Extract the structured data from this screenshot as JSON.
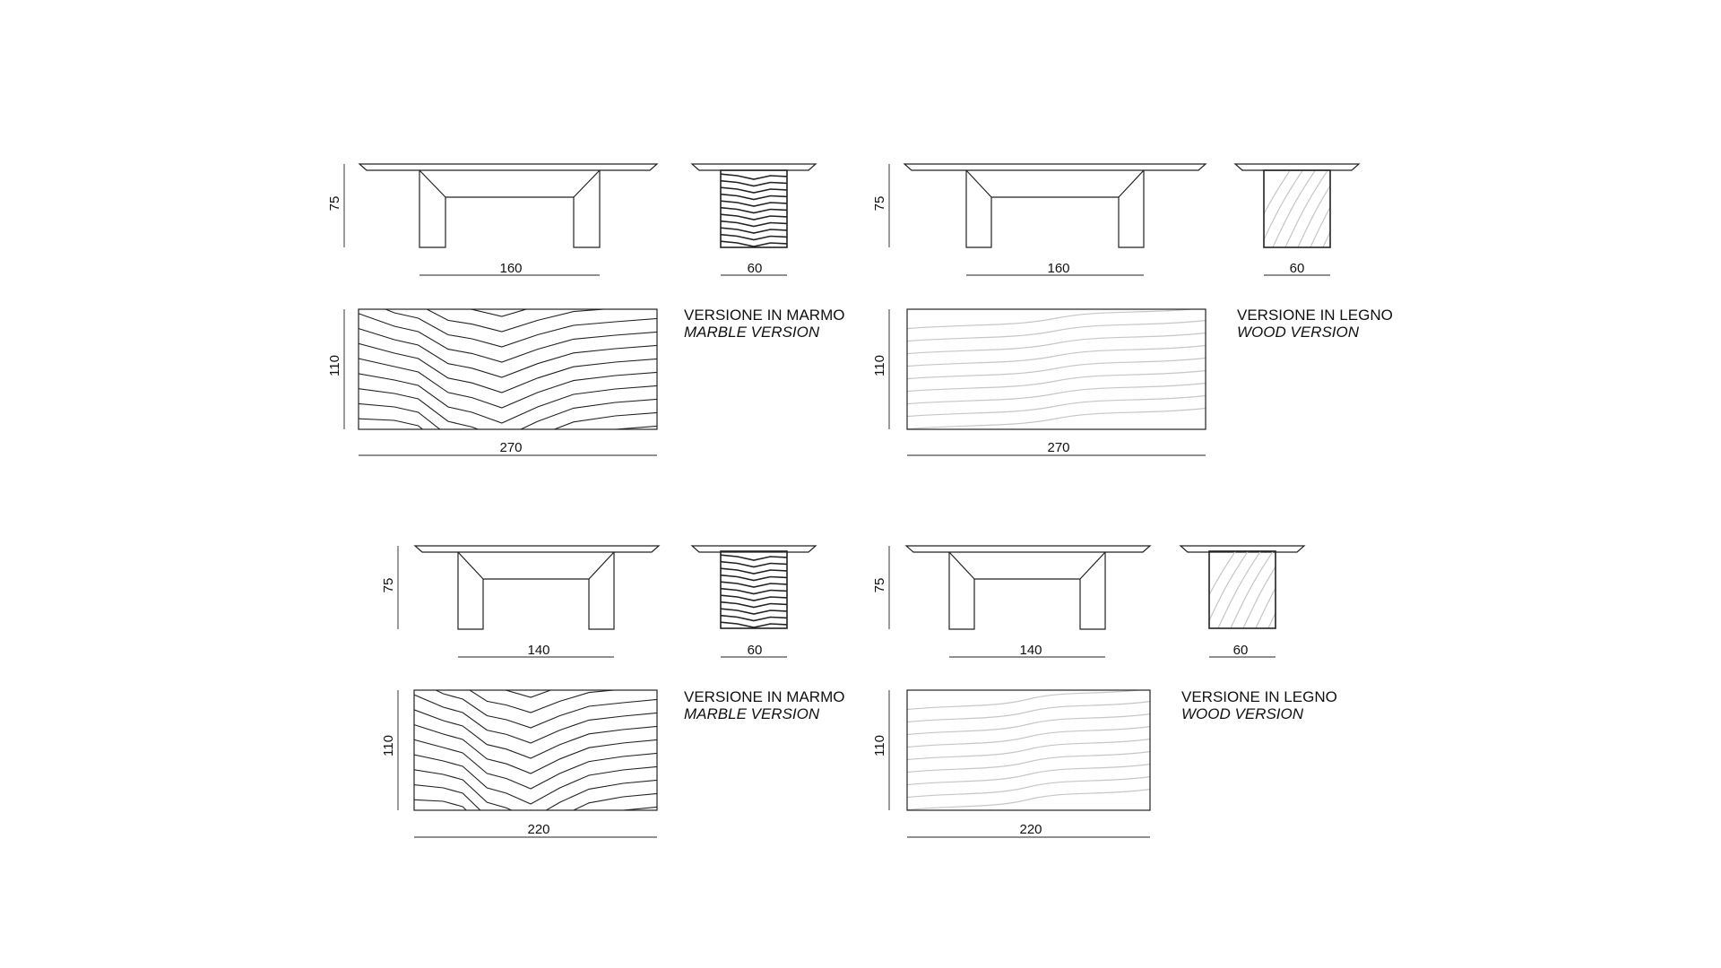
{
  "drawing": {
    "colors": {
      "ink": "#222222",
      "wood_grain": "#c6c6c6",
      "background": "#ffffff"
    },
    "groups": [
      {
        "id": "marble-270",
        "material": "marble",
        "front_height": "75",
        "front_width": "160",
        "side_depth": "60",
        "plan_depth": "110",
        "plan_length": "270",
        "caption_it": "VERSIONE IN MARMO",
        "caption_en": "MARBLE VERSION"
      },
      {
        "id": "wood-270",
        "material": "wood",
        "front_height": "75",
        "front_width": "160",
        "side_depth": "60",
        "plan_depth": "110",
        "plan_length": "270",
        "caption_it": "VERSIONE IN LEGNO",
        "caption_en": "WOOD VERSION"
      },
      {
        "id": "marble-220",
        "material": "marble",
        "front_height": "75",
        "front_width": "140",
        "side_depth": "60",
        "plan_depth": "110",
        "plan_length": "220",
        "caption_it": "VERSIONE IN MARMO",
        "caption_en": "MARBLE VERSION"
      },
      {
        "id": "wood-220",
        "material": "wood",
        "front_height": "75",
        "front_width": "140",
        "side_depth": "60",
        "plan_depth": "110",
        "plan_length": "220",
        "caption_it": "VERSIONE IN LEGNO",
        "caption_en": "WOOD VERSION"
      }
    ]
  }
}
